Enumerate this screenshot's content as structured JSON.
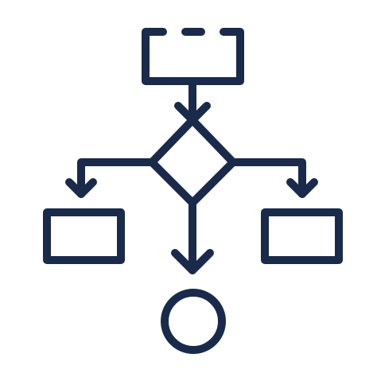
{
  "icon": {
    "name": "flowchart-icon",
    "stroke_color": "#1a2a4a",
    "background_color": "#ffffff",
    "parts": [
      "start-bracket-box",
      "decision-diamond",
      "left-process-box",
      "right-process-box",
      "end-circle",
      "arrows"
    ]
  }
}
